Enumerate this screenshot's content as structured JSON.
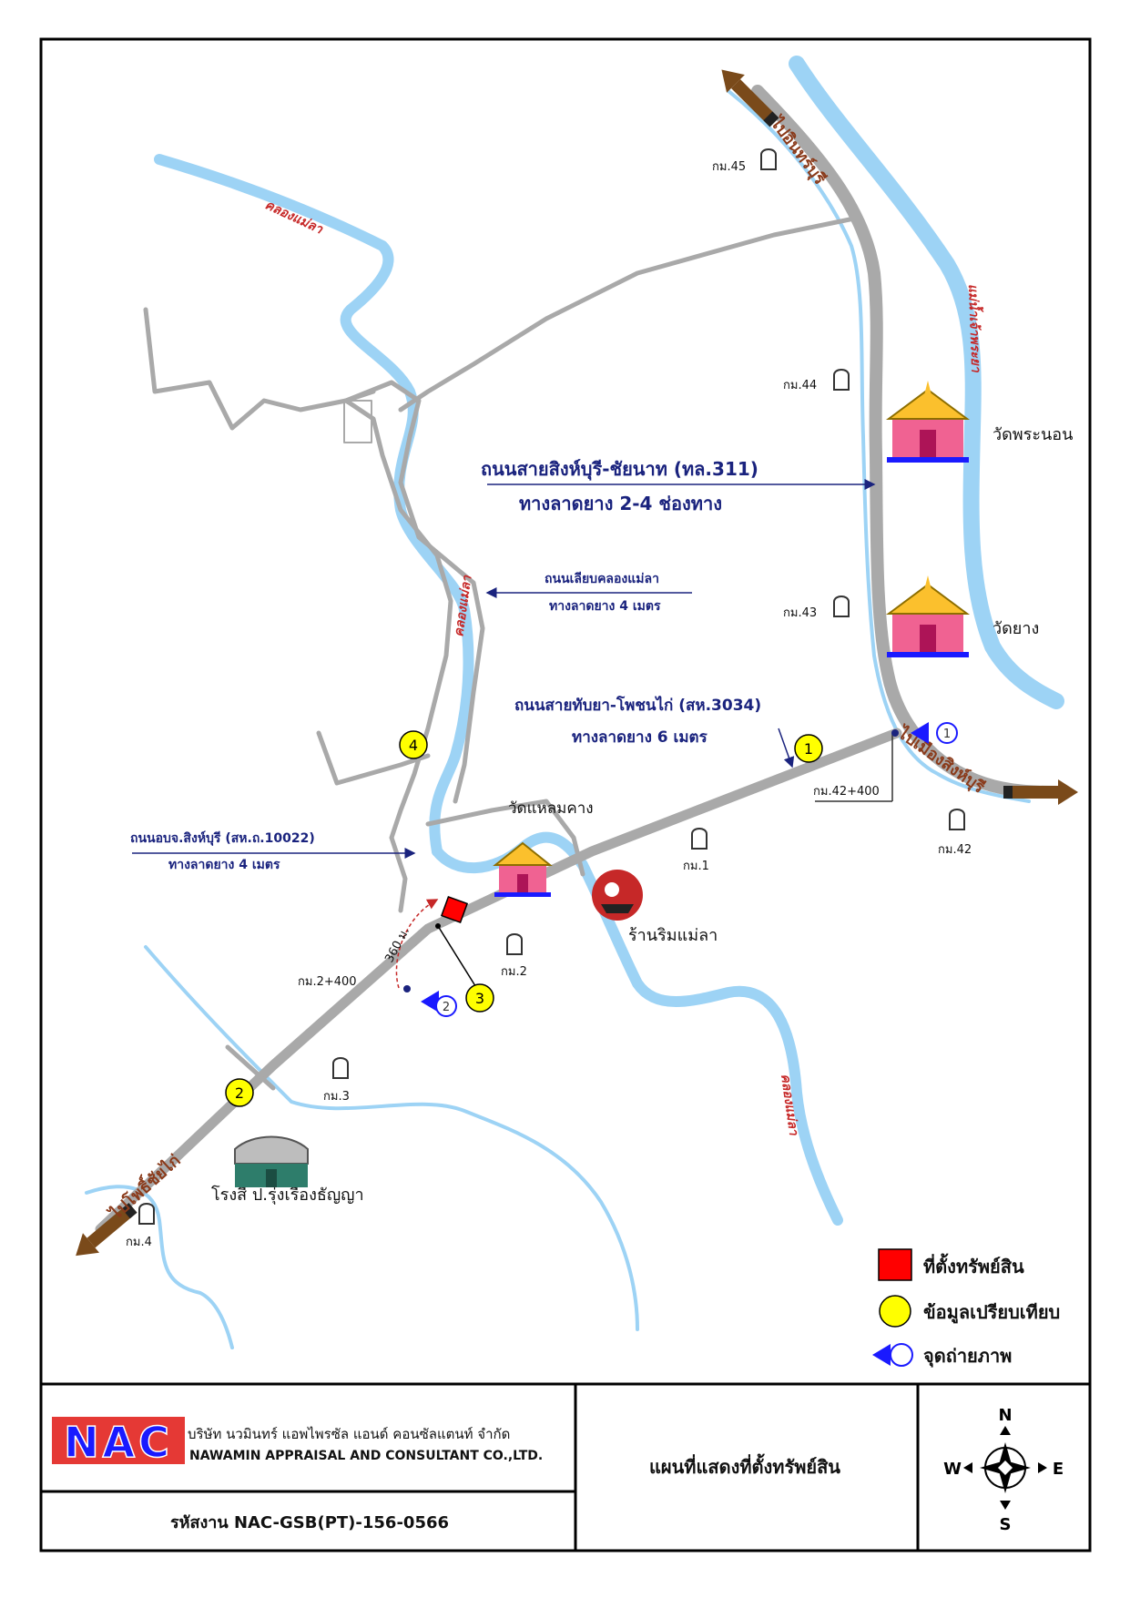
{
  "rivers": {
    "khlong_mae_la_top": "คลองแม่ลา",
    "khlong_mae_la_mid": "คลองแม่ลา",
    "khlong_mae_la_bottom": "คลองแม่ลา",
    "chao_phraya": "แม่น้ำเจ้าพระยา"
  },
  "directions": {
    "to_inburi": "ไปอินทร์บุรี",
    "to_singburi": "ไปเมืองสิงห์บุรี",
    "to_phosai": "ไปโพธิ์ชัยไก่"
  },
  "roads": {
    "main_name": "ถนนสายสิงห์บุรี-ชัยนาท (ทล.311)",
    "main_surface": "ทางลาดยาง 2-4 ช่องทาง",
    "canal_road_name": "ถนนเลียบคลองแม่ลา",
    "canal_road_surface": "ทางลาดยาง 4 เมตร",
    "secondary_name": "ถนนสายทับยา-โพชนไก่ (สห.3034)",
    "secondary_surface": "ทางลาดยาง 6 เมตร",
    "local_name": "ถนนอบจ.สิงห์บุรี (สห.ถ.10022)",
    "local_surface": "ทางลาดยาง 4 เมตร"
  },
  "km_markers": {
    "km45": "กม.45",
    "km44": "กม.44",
    "km43": "กม.43",
    "km42": "กม.42",
    "km42_400": "กม.42+400",
    "km1": "กม.1",
    "km2": "กม.2",
    "km2_400": "กม.2+400",
    "km3": "กม.3",
    "km4": "กม.4"
  },
  "places": {
    "wat_phra_non": "วัดพระนอน",
    "wat_yang": "วัดยาง",
    "wat_laem_khang": "วัดแหลมคาง",
    "restaurant": "ร้านริมแม่ลา",
    "rice_mill": "โรงสี ป.รุ่งเรืองธัญญา"
  },
  "distance_label": "360 ม.",
  "comparables": [
    "1",
    "2",
    "3",
    "4"
  ],
  "photo_points": [
    "1",
    "2"
  ],
  "legend": {
    "property": "ที่ตั้งทรัพย์สิน",
    "comparable": "ข้อมูลเปรียบเทียบ",
    "photo_point": "จุดถ่ายภาพ"
  },
  "footer": {
    "logo_text": "NAC",
    "company_th": "บริษัท นวมินทร์ แอพไพรซัล แอนด์ คอนซัลแตนท์ จำกัด",
    "company_en": "NAWAMIN APPRAISAL AND CONSULTANT CO.,LTD.",
    "map_title": "แผนที่แสดงที่ตั้งทรัพย์สิน",
    "job_code": "รหัสงาน  NAC-GSB(PT)-156-0566"
  },
  "compass": {
    "n": "N",
    "s": "S",
    "e": "E",
    "w": "W"
  },
  "colors": {
    "river": "#9dd3f5",
    "road": "#a9a9a9",
    "property": "#ff0000",
    "comparable": "#ffff00",
    "photo_point": "#1a1aff",
    "label_blue": "#1a237e",
    "direction_arrow": "#7a4a1a",
    "logo_bg": "#e53935",
    "logo_text": "#1a1aff"
  }
}
